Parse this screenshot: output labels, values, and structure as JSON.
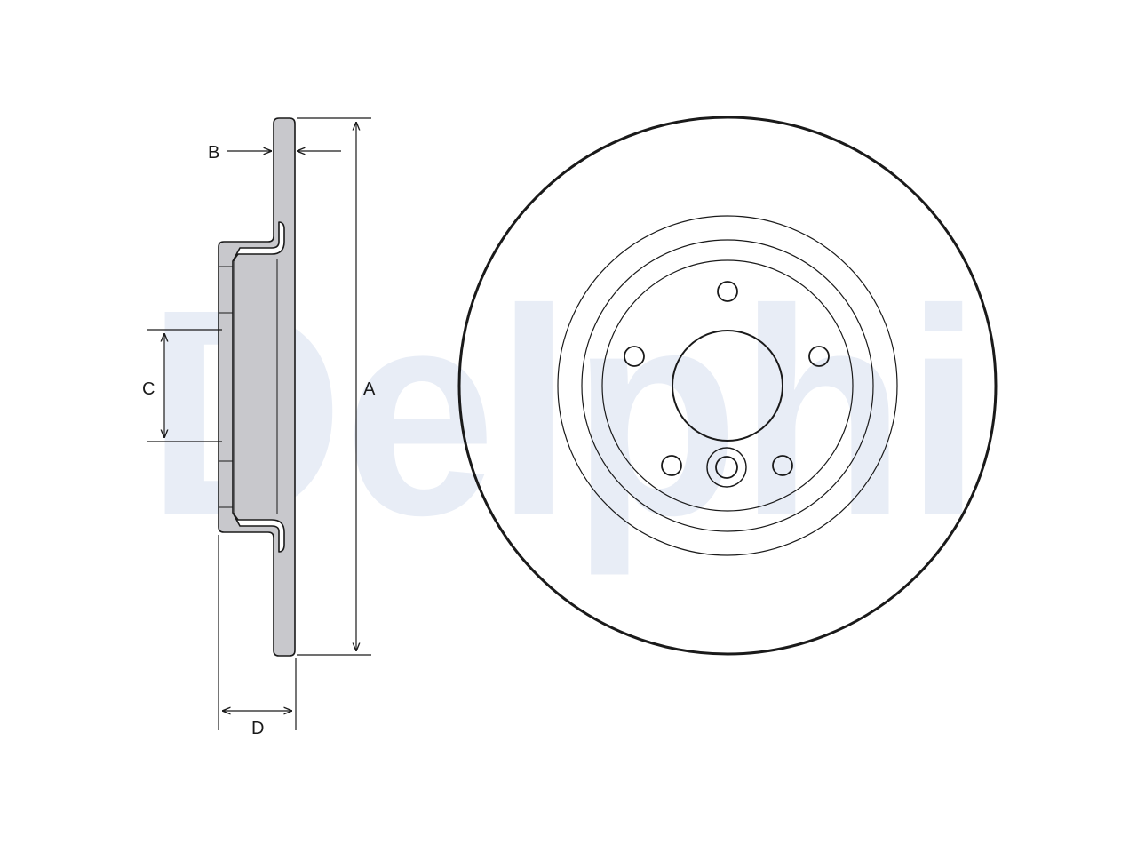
{
  "watermark": {
    "brand_text": "Delphi",
    "color": "#e8edf6"
  },
  "colors": {
    "line": "#1a1a1a",
    "section_fill": "#c8c8cc",
    "background": "#ffffff"
  },
  "dimensions": {
    "a_label": "A",
    "b_label": "B",
    "c_label": "C",
    "d_label": "D"
  },
  "front_view": {
    "bolt_holes": 5,
    "has_center_bore": true,
    "has_locator_hole": true
  }
}
